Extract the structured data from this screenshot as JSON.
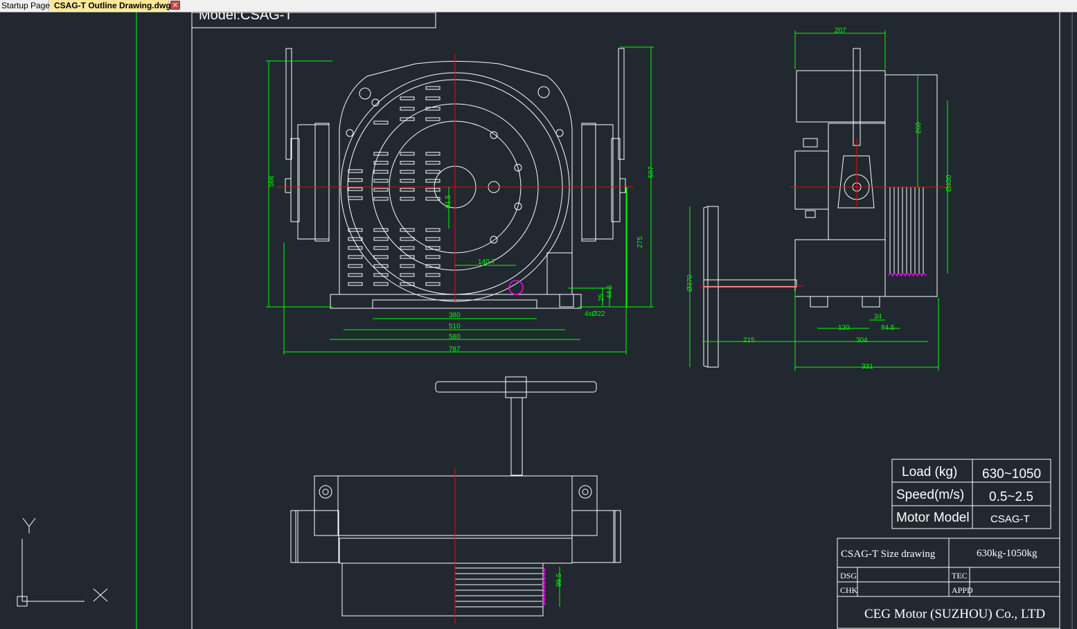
{
  "tabs": [
    {
      "label": "Startup Page"
    },
    {
      "label": "CSAG-T Outline Drawing.dwg"
    }
  ],
  "tab_close_glyph": "×",
  "drawing": {
    "model_header": "Model:CSAG-T",
    "front_view_dims": {
      "d566": "566",
      "d597": "597",
      "d275": "275",
      "d91_5": "91.5",
      "d140_7": "140.7",
      "d380": "380",
      "d510": "510",
      "d580": "580",
      "d787": "787",
      "d25": "25",
      "d44_5": "44.5",
      "d4x22": "4xØ22"
    },
    "side_view_dims": {
      "d207": "207",
      "d260": "260",
      "d400": "Ø400",
      "d370": "Ø370",
      "d215": "215",
      "d304": "304",
      "d331": "331",
      "d120": "120",
      "d34": "34",
      "d84_5": "84.5"
    },
    "bottom_view_dims": {
      "d99_5": "99.5"
    }
  },
  "spec_table": {
    "rows": [
      {
        "label": "Load (kg)",
        "value": "630~1050"
      },
      {
        "label": "Speed(m/s)",
        "value": "0.5~2.5"
      },
      {
        "label": "Motor Model",
        "value": "CSAG-T"
      }
    ]
  },
  "title_block": {
    "title": "CSAG-T  Size drawing",
    "range": "630kg-1050kg",
    "dsg": "DSG",
    "tec": "TEC",
    "chk": "CHK",
    "appd": "APPD",
    "company": "CEG  Motor  (SUZHOU)  Co., LTD"
  },
  "ucs": {
    "y_label": "Y",
    "x_label": "X"
  },
  "colors": {
    "background": "#212830",
    "line": "#ffffff",
    "dimension": "#00ff00",
    "centerline": "#ff0000",
    "dimension_cyan": "#00ffff",
    "spring": "#ff00ff",
    "tab_active": "#fbe89a"
  }
}
